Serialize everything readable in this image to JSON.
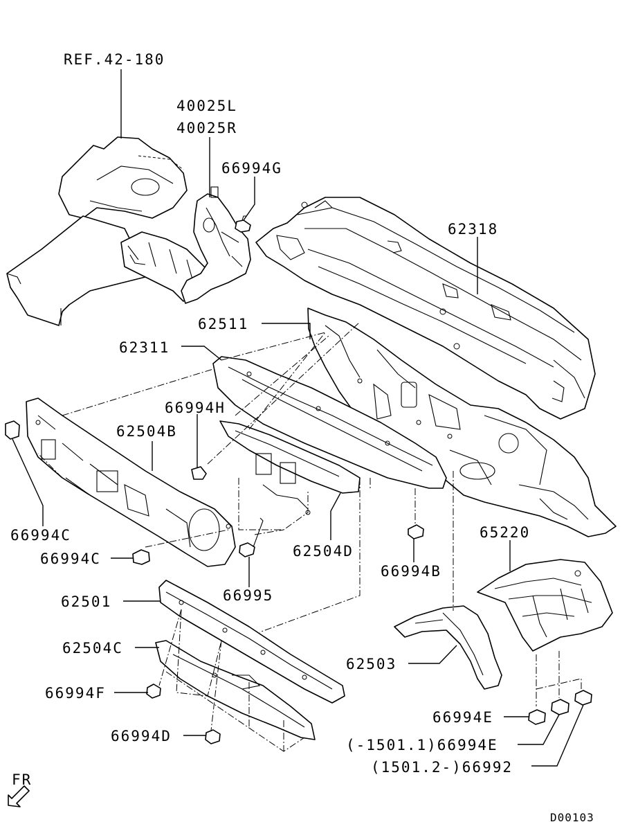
{
  "labels": {
    "ref": "REF.42-180",
    "p40025L": "40025L",
    "p40025R": "40025R",
    "p66994G": "66994G",
    "p62318": "62318",
    "p62511": "62511",
    "p62311": "62311",
    "p66994H": "66994H",
    "p62504B": "62504B",
    "p66994C_a": "66994C",
    "p66994C_b": "66994C",
    "p66995": "66995",
    "p62504D": "62504D",
    "p66994B": "66994B",
    "p65220": "65220",
    "p62501": "62501",
    "p62504C": "62504C",
    "p62503": "62503",
    "p66994F": "66994F",
    "p66994D": "66994D",
    "p66994E_a": "66994E",
    "p66994E_b": "(-1501.1)66994E",
    "p66992": "(1501.2-)66992",
    "fr": "FR",
    "code": "D00103"
  }
}
